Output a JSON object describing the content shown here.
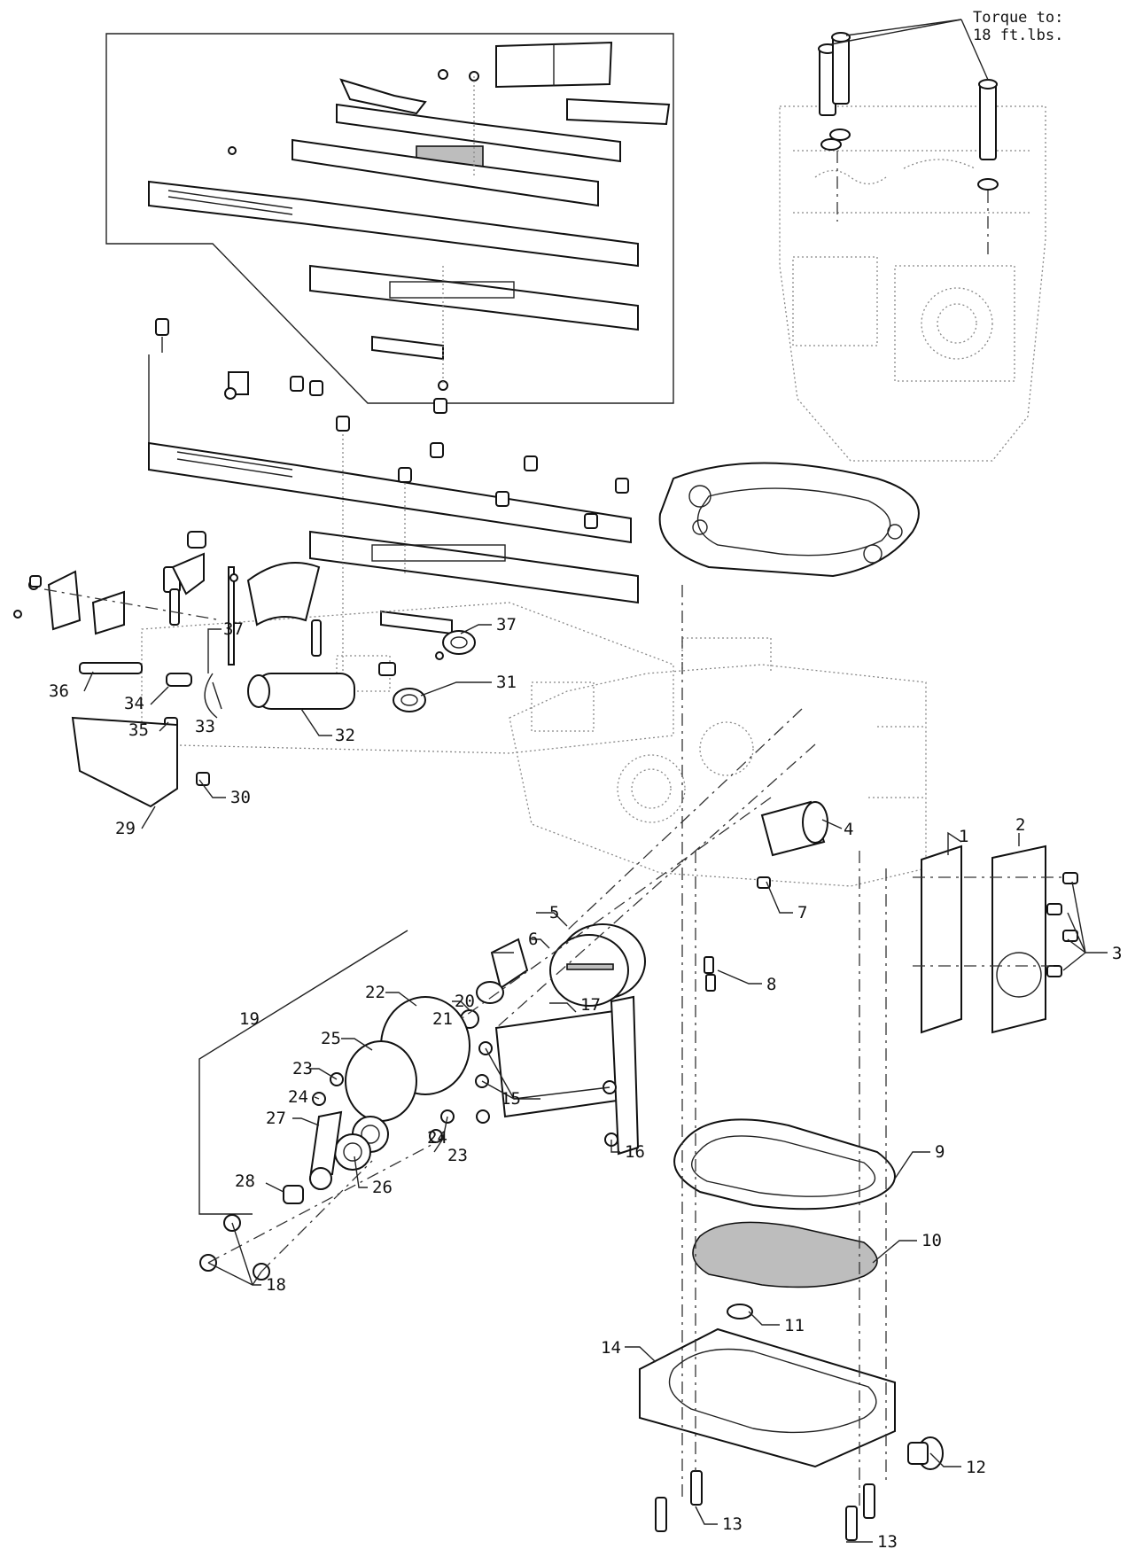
{
  "note": {
    "line1": "Torque to:",
    "line2": "18 ft.lbs."
  },
  "callouts": {
    "c1": "1",
    "c2": "2",
    "c3": "3",
    "c4": "4",
    "c5": "5",
    "c6": "6",
    "c7": "7",
    "c8": "8",
    "c9": "9",
    "c10": "10",
    "c11": "11",
    "c12": "12",
    "c13a": "13",
    "c13b": "13",
    "c14": "14",
    "c15": "15",
    "c16": "16",
    "c17": "17",
    "c18": "18",
    "c19": "19",
    "c20": "20",
    "c21": "21",
    "c22": "22",
    "c23a": "23",
    "c23b": "23",
    "c24a": "24",
    "c24b": "24",
    "c25": "25",
    "c26": "26",
    "c27": "27",
    "c28": "28",
    "c29": "29",
    "c30": "30",
    "c31": "31",
    "c32": "32",
    "c33": "33",
    "c34": "34",
    "c35": "35",
    "c36": "36",
    "c37a": "37",
    "c37b": "37"
  }
}
